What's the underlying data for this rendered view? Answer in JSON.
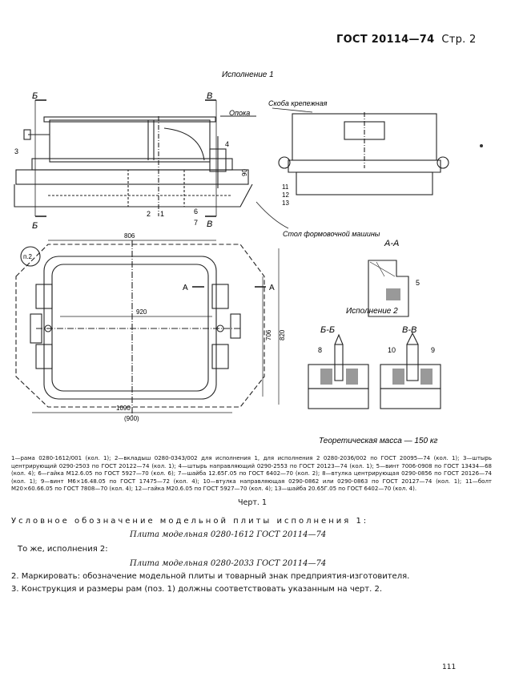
{
  "header": {
    "standard": "ГОСТ 20114—74",
    "page": "Стр. 2"
  },
  "drawing": {
    "execution1_title": "Исполнение 1",
    "execution2_title": "Исполнение 2",
    "labels": {
      "b1": "Б",
      "v1": "В",
      "b2": "Б",
      "v2": "В",
      "flask": "Опока",
      "bracket": "Скоба крепежная",
      "table": "Стол формовочной машины",
      "p2": "п.2",
      "a1": "А",
      "a2": "А",
      "section_aa": "А-А",
      "section_bb": "Б-Б",
      "section_vv": "В-В",
      "n3": "3",
      "n4": "4",
      "n2": "2",
      "n1": "1",
      "n6": "6",
      "n7": "7",
      "n11": "11",
      "n12": "12",
      "n13": "13",
      "n5": "5",
      "n8": "8",
      "n9": "9",
      "n10": "10",
      "dim90": "90",
      "dim806": "806",
      "dim920": "920",
      "dim706": "706",
      "dim820": "820",
      "dim1090": "1090",
      "dim900": "(900)"
    },
    "mass": "Теоретическая масса — 150 кг"
  },
  "parts_list": "1—рама 0280-1612/001 (кол. 1); 2—вкладыш 0280-0343/002 для исполнения 1, для исполнения 2 0280-2036/002 по ГОСТ 20095—74 (кол. 1); 3—штырь центрирующий 0290-2503 по ГОСТ 20122—74 (кол. 1); 4—штырь направляющий 0290-2553 по ГОСТ 20123—74 (кол. 1); 5—винт 7006-0908 по ГОСТ 13434—68 (кол. 4); 6—гайка М12.6.05 по ГОСТ 5927—70 (кол. 6); 7—шайба 12.65Г.05 по ГОСТ 6402—70 (кол. 2); 8—втулка центрирующая 0290-0856 по ГОСТ 20126—74 (кол. 1); 9—винт М6×16.48.05 по ГОСТ 17475—72 (кол. 4); 10—втулка направляющая 0290-0862 или 0290-0863 по ГОСТ 20127—74 (кол. 1); 11—болт М20×60.66.05 по ГОСТ 7808—70 (кол. 4); 12—гайка М20.6.05 по ГОСТ 5927—70 (кол. 4); 13—шайба 20.65Г.05 по ГОСТ 6402—70 (кол. 4).",
  "figure_caption": "Черт. 1",
  "designation_intro": "Условное обозначение модельной плиты исполнения 1:",
  "designation1": "Плита модельная 0280-1612 ГОСТ 20114—74",
  "same_exec2": "То же, исполнения 2:",
  "designation2": "Плита модельная 0280-2033 ГОСТ 20114—74",
  "item2": "2. Маркировать: обозначение модельной плиты и товарный знак предприятия-изготовителя.",
  "item3": "3. Конструкция и размеры рам (поз. 1) должны соответствовать указанным на черт. 2.",
  "page_number": "111"
}
